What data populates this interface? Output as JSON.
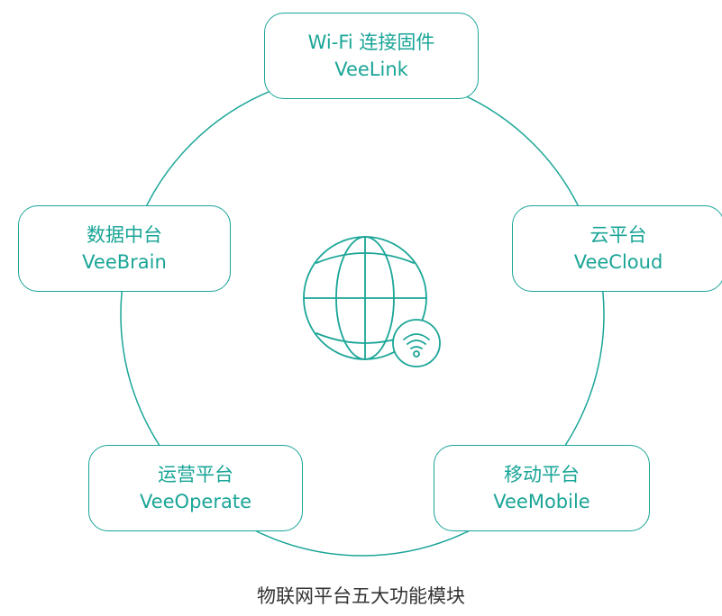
{
  "colors": {
    "accent": "#1aa597",
    "caption": "#333333",
    "background": "#ffffff"
  },
  "center_icon": "globe-with-wifi-icon",
  "modules": {
    "veelink": {
      "cn": "Wi-Fi 连接固件",
      "en": "VeeLink"
    },
    "veebrain": {
      "cn": "数据中台",
      "en": "VeeBrain"
    },
    "veecloud": {
      "cn": "云平台",
      "en": "VeeCloud"
    },
    "veeoperate": {
      "cn": "运营平台",
      "en": "VeeOperate"
    },
    "veemobile": {
      "cn": "移动平台",
      "en": "VeeMobile"
    }
  },
  "caption": "物联网平台五大功能模块"
}
